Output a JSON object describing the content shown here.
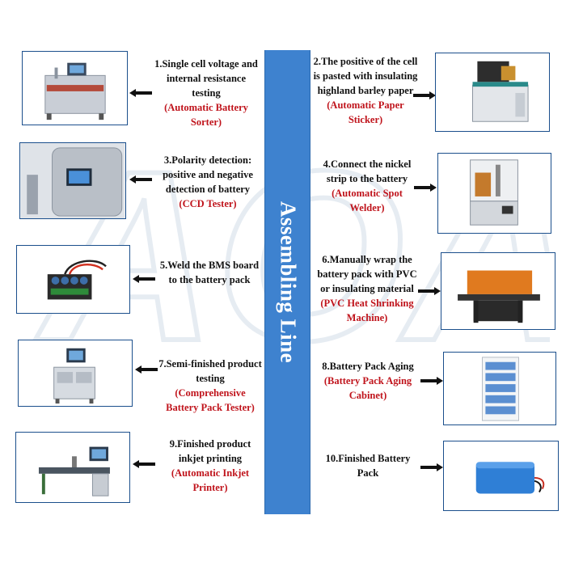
{
  "center_bar": {
    "label": "Assembling Line",
    "color": "#3e82cf"
  },
  "watermark": {
    "text": "AOAO"
  },
  "steps": [
    {
      "desc": "1.Single cell voltage and internal resistance testing",
      "machine": "(Automatic Battery Sorter)",
      "image": "battery-sorter-machine"
    },
    {
      "desc": "2.The positive of the cell is pasted with insulating highland barley paper",
      "machine": "(Automatic Paper Sticker)",
      "image": "paper-sticker-machine"
    },
    {
      "desc": "3.Polarity detection: positive and negative detection of battery",
      "machine": "(CCD Tester)",
      "image": "ccd-tester-machine"
    },
    {
      "desc": "4.Connect the nickel strip to the battery",
      "machine": "(Automatic Spot Welder)",
      "image": "spot-welder-machine"
    },
    {
      "desc": "5.Weld the BMS board to the battery pack",
      "machine": "",
      "image": "bms-battery-pack"
    },
    {
      "desc": "6.Manually wrap the battery pack with PVC or insulating material",
      "machine": "(PVC Heat Shrinking Machine)",
      "image": "heat-shrink-machine"
    },
    {
      "desc": "7.Semi-finished product testing",
      "machine": "(Comprehensive Battery Pack Tester)",
      "image": "pack-tester-machine"
    },
    {
      "desc": "8.Battery Pack Aging",
      "machine": "(Battery Pack Aging Cabinet)",
      "image": "aging-cabinet"
    },
    {
      "desc": "9.Finished product inkjet printing",
      "machine": "(Automatic Inkjet Printer)",
      "image": "inkjet-printer-machine"
    },
    {
      "desc": "10.Finished Battery Pack",
      "machine": "",
      "image": "finished-battery-pack"
    }
  ],
  "colors": {
    "machine_text": "#c0141c",
    "photo_border": "#1b4f8c",
    "arrow": "#111111"
  }
}
